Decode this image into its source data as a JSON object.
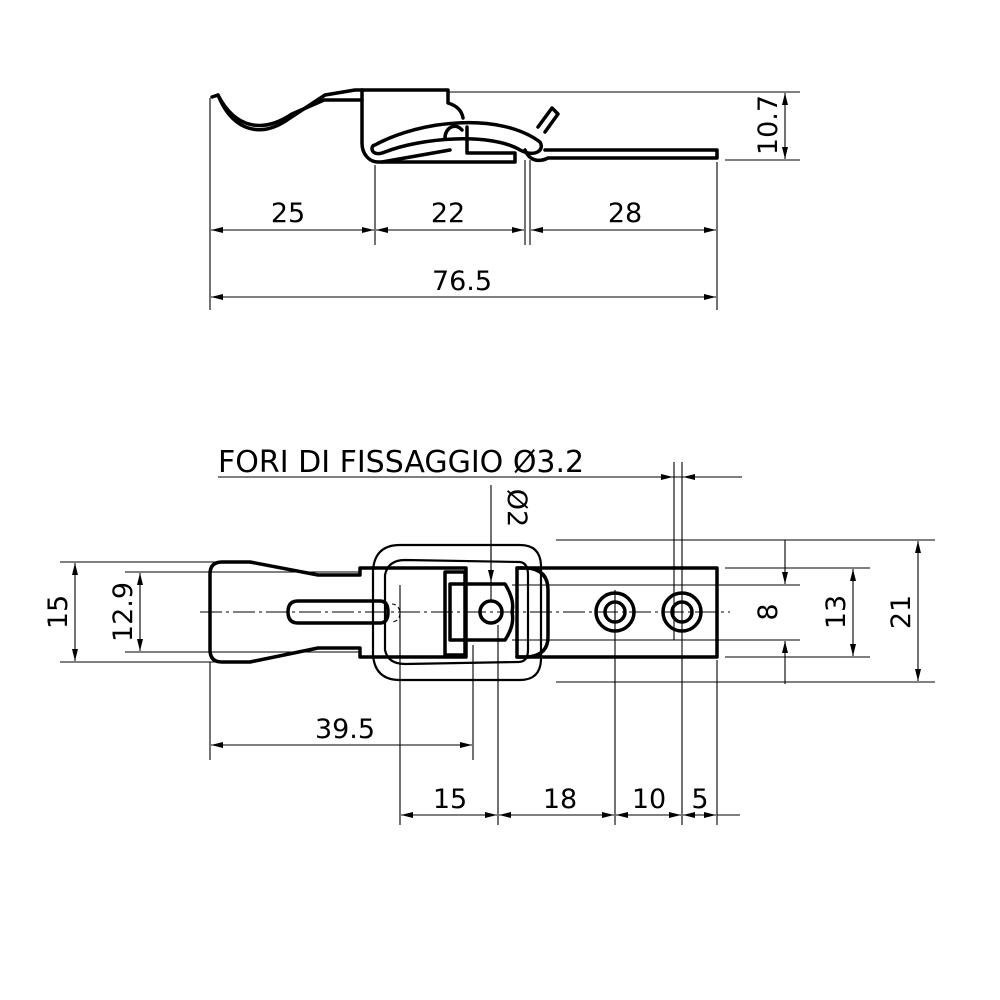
{
  "side_view": {
    "dimensions": {
      "d_25": "25",
      "d_22": "22",
      "d_28": "28",
      "d_total": "76.5",
      "d_height": "10.7"
    }
  },
  "top_view": {
    "note": "FORI DI FISSAGGIO Ø3.2",
    "pin_diameter": "Ø2",
    "dimensions": {
      "d_15_height": "15",
      "d_12_9": "12.9",
      "d_8": "8",
      "d_13": "13",
      "d_21": "21",
      "d_39_5": "39.5",
      "d_15": "15",
      "d_18": "18",
      "d_10": "10",
      "d_5": "5"
    }
  }
}
